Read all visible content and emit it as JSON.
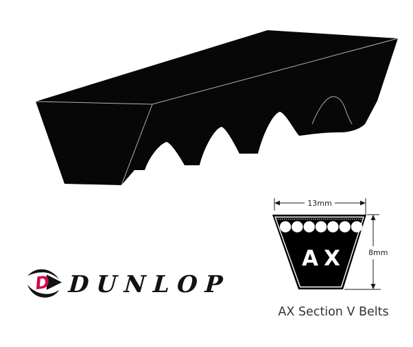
{
  "logo": {
    "brand": "DUNLOP",
    "d_letter": "D",
    "accent_color": "#d2094c",
    "text_color": "#121212"
  },
  "belt": {
    "color": "#070707",
    "edge_line_color": "#b3b3b3"
  },
  "diagram": {
    "width_label": "13mm",
    "height_label": "8mm",
    "section_label": "AX",
    "caption": "AX Section V Belts",
    "cord_count": 7,
    "belt_color": "#000000",
    "cord_color": "#ffffff",
    "label_color": "#1a1a1a",
    "caption_color": "#333333"
  }
}
